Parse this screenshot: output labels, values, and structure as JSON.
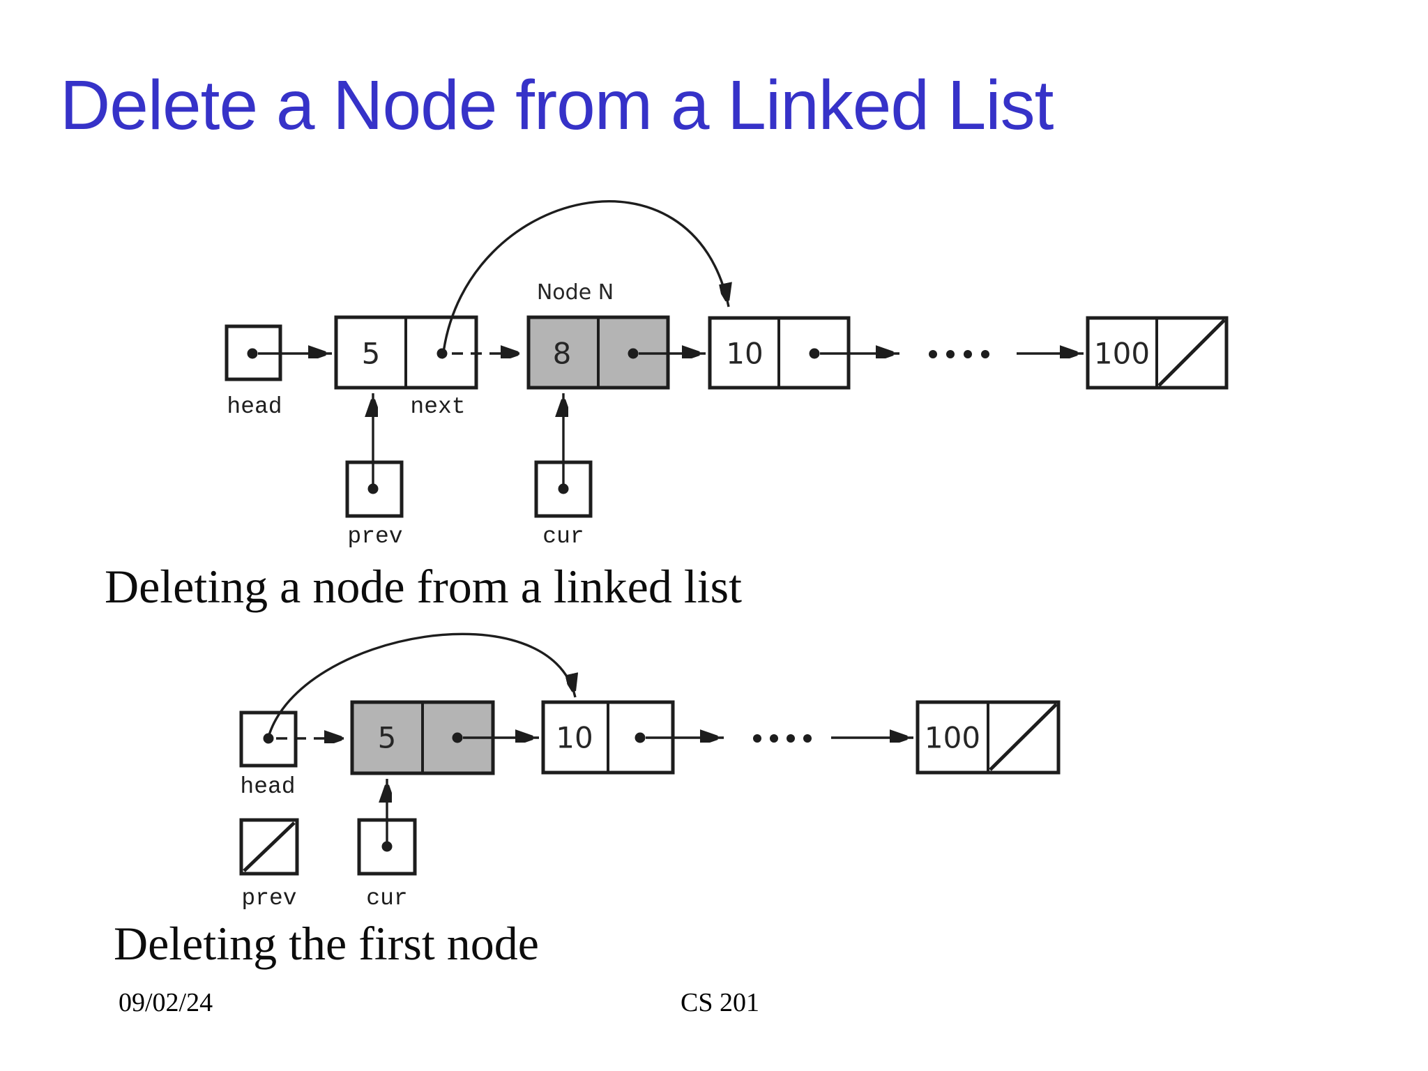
{
  "slide": {
    "title": "Delete a Node from a Linked List",
    "footer": {
      "date": "09/02/24",
      "course": "CS 201"
    }
  },
  "colors": {
    "bg": "#ffffff",
    "title": "#3632c8",
    "line": "#1d1d1d",
    "highlight": "#b4b4b4"
  },
  "diagram1": {
    "caption": "Deleting a node from a linked list",
    "node_n": "Node N",
    "labels": {
      "head": "head",
      "next": "next",
      "prev": "prev",
      "cur": "cur"
    },
    "values": {
      "n1": "5",
      "n2": "8",
      "n3": "10",
      "n4": "100"
    }
  },
  "diagram2": {
    "caption": "Deleting the first node",
    "labels": {
      "head": "head",
      "prev": "prev",
      "cur": "cur"
    },
    "values": {
      "n1": "5",
      "n2": "10",
      "n3": "100"
    }
  }
}
